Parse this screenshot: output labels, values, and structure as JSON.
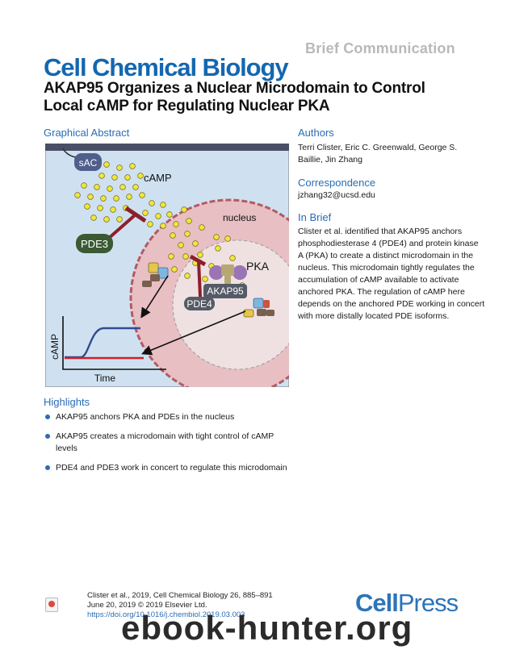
{
  "header": {
    "article_type": "Brief Communication",
    "journal": "Cell Chemical Biology",
    "title": "AKAP95 Organizes a Nuclear Microdomain to Control Local cAMP for Regulating Nuclear PKA"
  },
  "graphical_abstract": {
    "heading": "Graphical Abstract",
    "labels": {
      "sac": "sAC",
      "camp": "cAMP",
      "pde3": "PDE3",
      "nucleus": "nucleus",
      "pka": "PKA",
      "akap95": "AKAP95",
      "pde4": "PDE4",
      "yaxis": "cAMP",
      "xaxis": "Time"
    },
    "colors": {
      "background": "#cfe1f1",
      "nucleus_fill": "#e8bfc2",
      "inner_fill": "#efe1e2",
      "camp_dot": "#f2e63a",
      "pde_color": "#8e1f2a",
      "pde_badge": "#3b5a34",
      "sac_badge": "#4f5f8a",
      "akap_badge": "#555a66",
      "curve_blue": "#2f4d8f",
      "curve_red": "#d0202a"
    }
  },
  "authors": {
    "heading": "Authors",
    "names": "Terri Clister, Eric C. Greenwald, George S. Baillie, Jin Zhang"
  },
  "correspondence": {
    "heading": "Correspondence",
    "email": "jzhang32@ucsd.edu"
  },
  "in_brief": {
    "heading": "In Brief",
    "text": "Clister et al. identified that AKAP95 anchors phosphodiesterase 4 (PDE4) and protein kinase A (PKA) to create a distinct microdomain in the nucleus. This microdomain tightly regulates the accumulation of cAMP available to activate anchored PKA. The regulation of cAMP here depends on the anchored PDE working in concert with more distally located PDE isoforms."
  },
  "highlights": {
    "heading": "Highlights",
    "items": [
      "AKAP95 anchors PKA and PDEs in the nucleus",
      "AKAP95 creates a microdomain with tight control of cAMP levels",
      "PDE4 and PDE3 work in concert to regulate this microdomain"
    ]
  },
  "footer": {
    "citation_line1": "Clister et al., 2019, Cell Chemical Biology 26, 885–891",
    "citation_line2": "June 20, 2019 © 2019 Elsevier Ltd.",
    "doi": "https://doi.org/10.1016/j.chembiol.2019.03.003",
    "publisher_part1": "Cell",
    "publisher_part2": "Press",
    "watermark": "ebook-hunter.org"
  }
}
